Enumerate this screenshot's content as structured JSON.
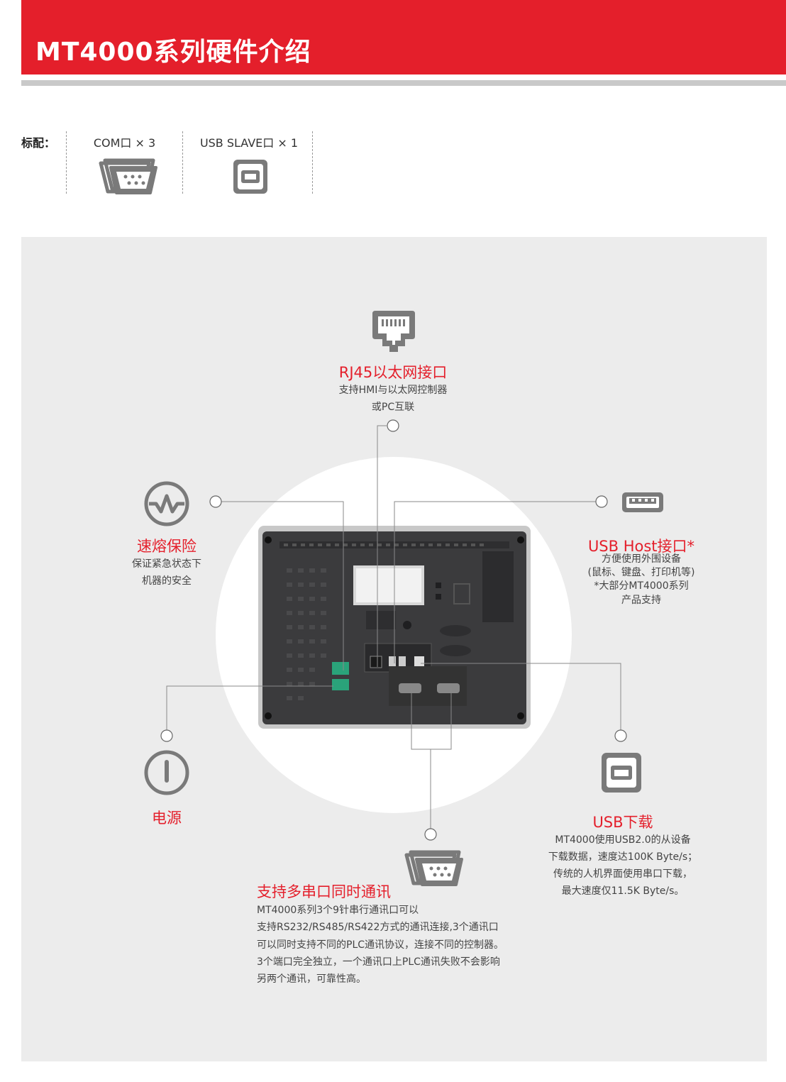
{
  "header": {
    "title": "MT4000系列硬件介绍"
  },
  "standard": {
    "label": "标配：",
    "items": [
      {
        "text": "COM口 × 3",
        "icon": "serial-port-icon"
      },
      {
        "text": "USB SLAVE口 × 1",
        "icon": "usb-b-port-icon"
      }
    ]
  },
  "features": {
    "rj45": {
      "title": "RJ45以太网接口",
      "desc": [
        "支持HMI与以太网控制器",
        "或PC互联"
      ],
      "icon": "ethernet-port-icon"
    },
    "fuse": {
      "title": "速熔保险",
      "desc": [
        "保证紧急状态下",
        "机器的安全"
      ],
      "icon": "fuse-icon"
    },
    "usb_host": {
      "title": "USB Host接口*",
      "desc": [
        "方便使用外围设备",
        "(鼠标、键盘、打印机等)",
        "*大部分MT4000系列",
        "产品支持"
      ],
      "icon": "usb-a-port-icon"
    },
    "power": {
      "title": "电源",
      "icon": "power-icon"
    },
    "usb_download": {
      "title": "USB下载",
      "desc": [
        "MT4000使用USB2.0的从设备",
        "下载数据，速度达100K Byte/s；",
        "传统的人机界面使用串口下载，",
        "最大速度仅11.5K Byte/s。"
      ],
      "icon": "usb-b-port-icon"
    },
    "serial": {
      "title": "支持多串口同时通讯",
      "desc": [
        "MT4000系列3个9针串行通讯口可以",
        "支持RS232/RS485/RS422方式的通讯连接,3个通讯口",
        "可以同时支持不同的PLC通讯协议，连接不同的控制器。",
        "3个端口完全独立，一个通讯口上PLC通讯失败不会影响",
        "另两个通讯，可靠性高。"
      ],
      "icon": "serial-port-icon"
    }
  },
  "colors": {
    "accent": "#e41f2b",
    "icon_gray": "#7a7a7a",
    "panel": "#ececec"
  }
}
